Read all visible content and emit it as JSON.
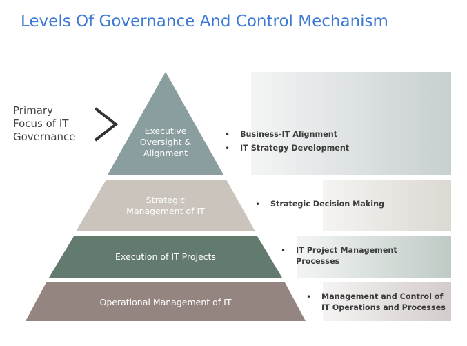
{
  "title": "Levels Of Governance And Control Mechanism",
  "primary_focus": [
    "Primary",
    "Focus of IT",
    "Governance"
  ],
  "colors": {
    "title": "#3a78d4",
    "level1": "#8a9ea0",
    "level2": "#cac4bc",
    "level3": "#637a6f",
    "level4": "#958580",
    "chevron": "#333333"
  },
  "levels": [
    {
      "label_lines": [
        "Executive",
        "Oversight &",
        "Alignment"
      ],
      "bullets": [
        "Business-IT Alignment",
        "IT Strategy Development"
      ],
      "icon": "chevron-right-icon"
    },
    {
      "label_lines": [
        "Strategic",
        "Management of IT"
      ],
      "bullets": [
        "Strategic Decision Making"
      ]
    },
    {
      "label_lines": [
        "Execution of IT Projects"
      ],
      "bullets": [
        "IT Project Management\nProcesses"
      ]
    },
    {
      "label_lines": [
        "Operational Management of IT"
      ],
      "bullets": [
        "Management and Control of\nIT Operations and Processes"
      ]
    }
  ]
}
